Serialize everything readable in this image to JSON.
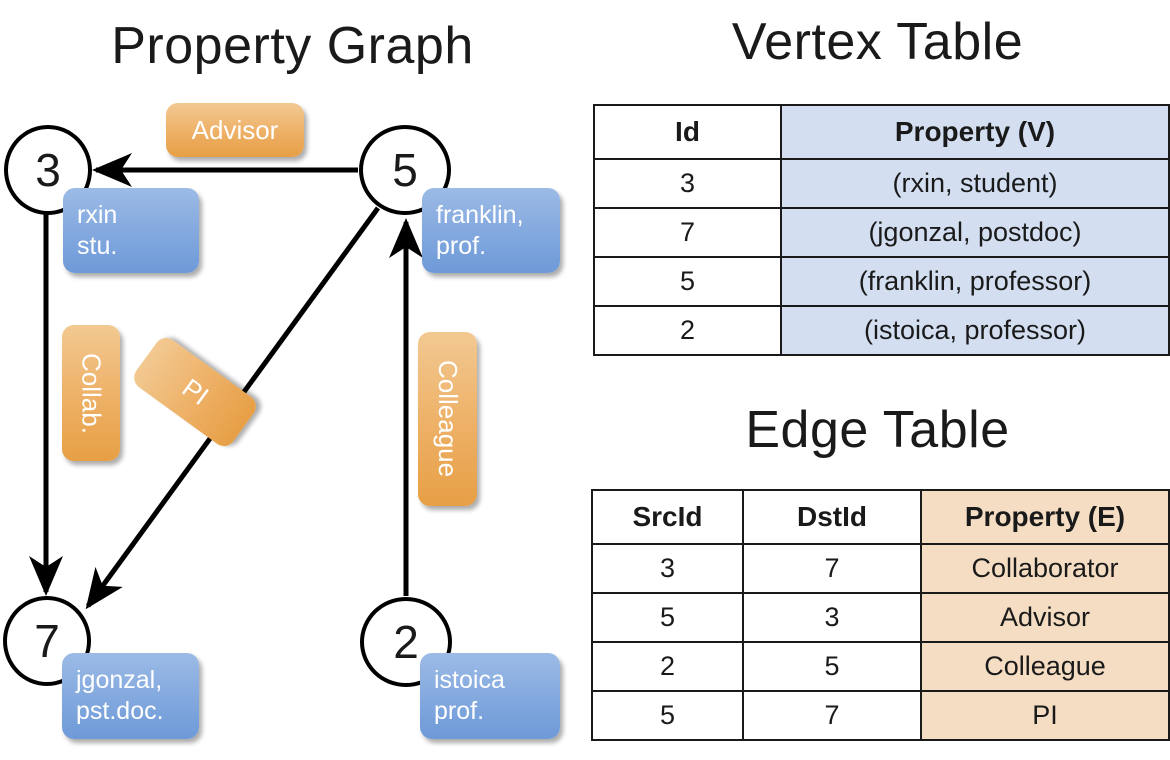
{
  "titles": {
    "property_graph": "Property Graph",
    "vertex_table": "Vertex Table",
    "edge_table": "Edge Table"
  },
  "colors": {
    "vertex_cell_fill": "#d3dff1",
    "edge_cell_fill": "#f5ddc3",
    "vertex_box_fill": "#82a8de",
    "edge_label_fill": "#eeb269",
    "stroke": "#000000"
  },
  "graph": {
    "nodes": [
      {
        "id": "3",
        "property_line1": "rxin",
        "property_line2": "stu."
      },
      {
        "id": "5",
        "property_line1": "franklin,",
        "property_line2": "prof."
      },
      {
        "id": "7",
        "property_line1": "jgonzal,",
        "property_line2": "pst.doc."
      },
      {
        "id": "2",
        "property_line1": "istoica",
        "property_line2": "prof."
      }
    ],
    "edge_labels": [
      {
        "name": "advisor",
        "text": "Advisor"
      },
      {
        "name": "collab",
        "text": "Collab."
      },
      {
        "name": "pi",
        "text": "PI"
      },
      {
        "name": "colleague",
        "text": "Colleague"
      }
    ]
  },
  "vertex_table": {
    "headers": [
      "Id",
      "Property (V)"
    ],
    "rows": [
      {
        "id": "3",
        "property": "(rxin, student)"
      },
      {
        "id": "7",
        "property": "(jgonzal, postdoc)"
      },
      {
        "id": "5",
        "property": "(franklin, professor)"
      },
      {
        "id": "2",
        "property": "(istoica, professor)"
      }
    ]
  },
  "edge_table": {
    "headers": [
      "SrcId",
      "DstId",
      "Property (E)"
    ],
    "rows": [
      {
        "src": "3",
        "dst": "7",
        "property": "Collaborator"
      },
      {
        "src": "5",
        "dst": "3",
        "property": "Advisor"
      },
      {
        "src": "2",
        "dst": "5",
        "property": "Colleague"
      },
      {
        "src": "5",
        "dst": "7",
        "property": "PI"
      }
    ]
  }
}
